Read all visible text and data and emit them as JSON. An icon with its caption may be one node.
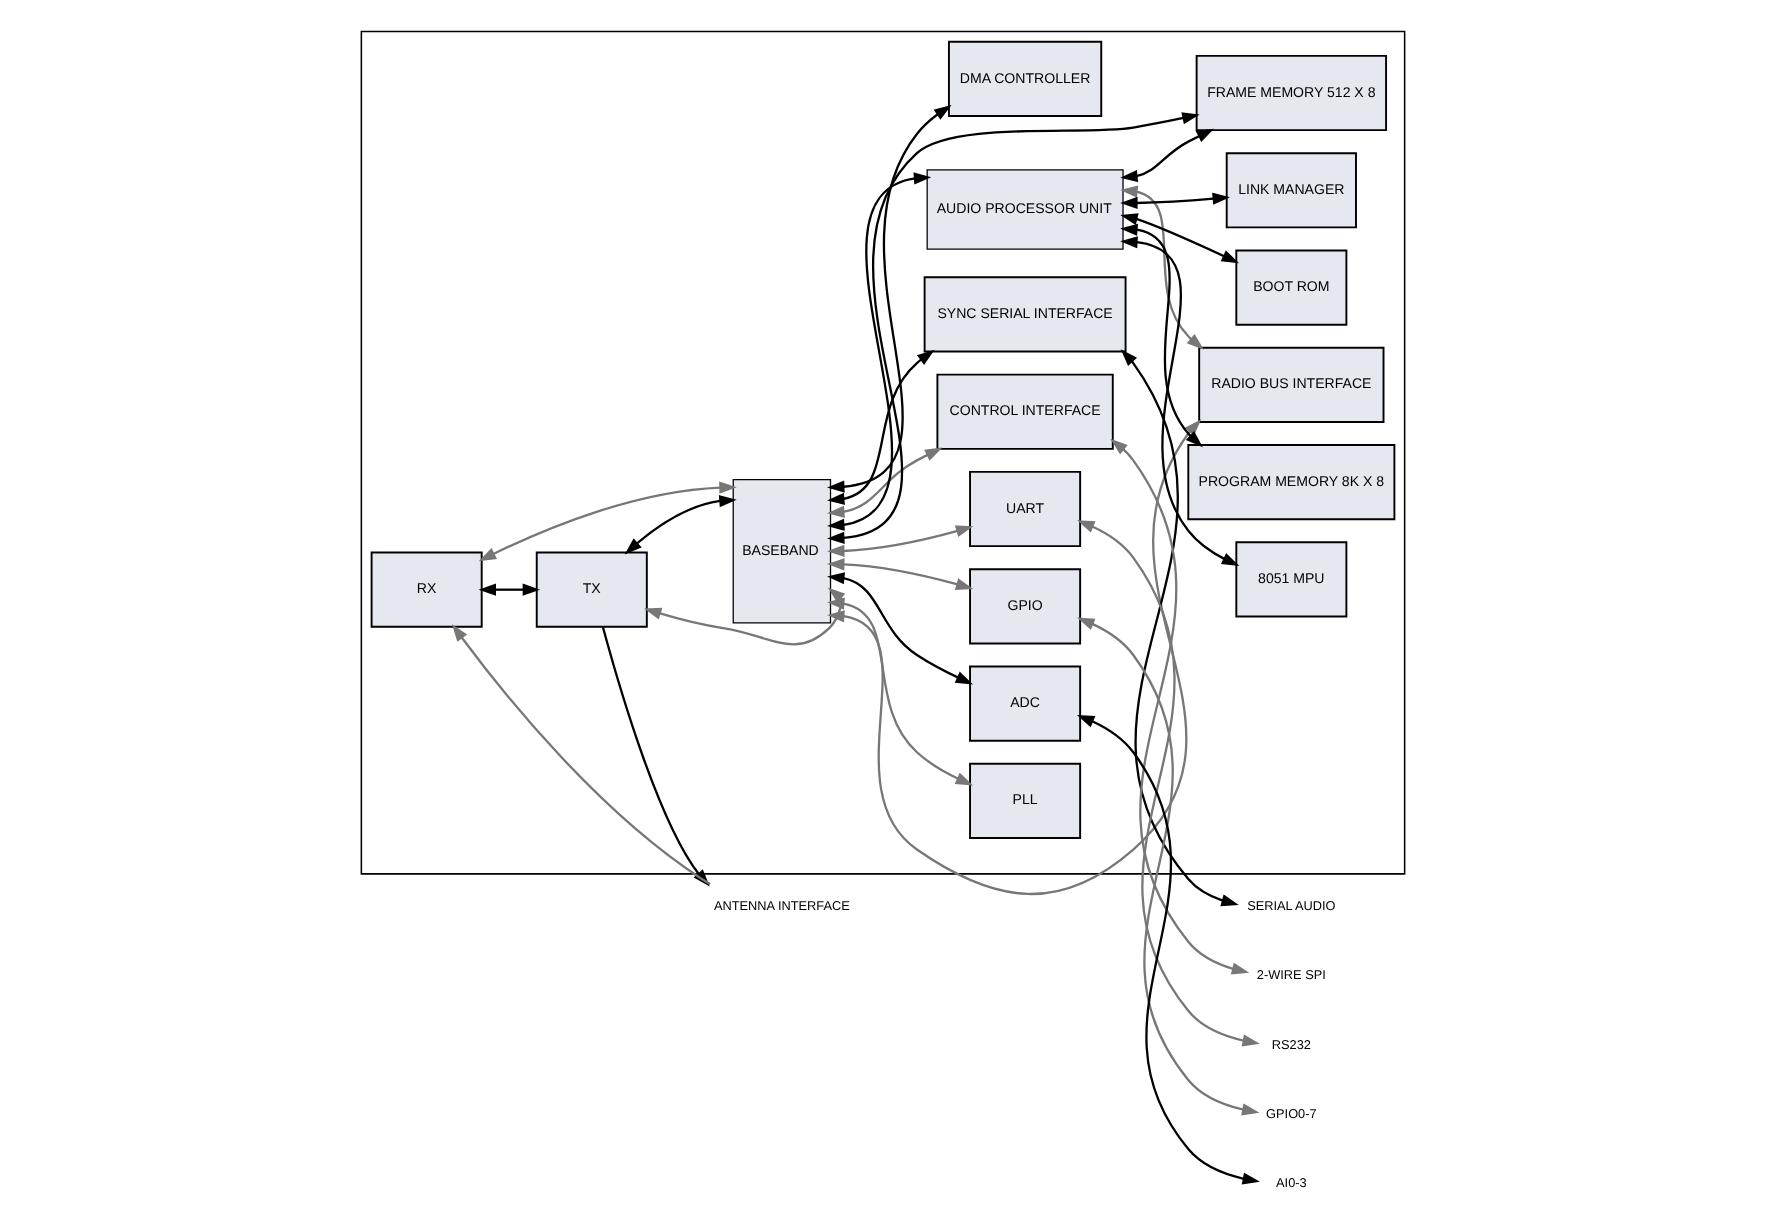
{
  "diagram": {
    "nodes": [
      {
        "text": [],
        "shape": "box"
      },
      {
        "text": [
          "RX"
        ],
        "in": 0
      },
      {
        "text": [
          "TX"
        ],
        "in": 0
      },
      {
        "text": [
          "BASEBAND"
        ],
        "in": 0
      },
      {
        "text": [
          "DMA CONTROLLER"
        ],
        "in": 0
      },
      {
        "text": [
          "SYNC SERIAL INTERFACE"
        ],
        "in": 0
      },
      {
        "text": [
          "CONTROL INTERFACE"
        ],
        "in": 0
      },
      {
        "text": [
          "AUDIO PROCESSOR UNIT"
        ],
        "in": 0
      },
      {
        "text": [
          "FRAME MEMORY 512 X 8"
        ],
        "in": 0
      },
      {
        "text": [
          "UART"
        ],
        "in": 0
      },
      {
        "text": [
          "PLL"
        ],
        "in": 0
      },
      {
        "text": [
          "RADIO BUS INTERFACE"
        ],
        "in": 0
      },
      {
        "text": [
          "GPIO"
        ],
        "in": 0
      },
      {
        "text": [
          "LINK MANAGER"
        ],
        "in": 0
      },
      {
        "text": [
          "BOOT ROM"
        ],
        "in": 0
      },
      {
        "text": [
          "PROGRAM MEMORY 8K X 8"
        ],
        "in": 0
      },
      {
        "text": [
          "8051 MPU"
        ],
        "in": 0
      },
      {
        "text": [
          "ADC"
        ],
        "in": 0
      },
      {
        "text": [
          "ANTENNA INTERFACE"
        ]
      },
      {
        "text": [
          "SERIAL AUDIO"
        ]
      },
      {
        "text": [
          "2-WIRE SPI"
        ]
      },
      {
        "text": [
          "RS232"
        ]
      },
      {
        "text": [
          "GPIO0-7"
        ]
      },
      {
        "text": [
          "AI0-3"
        ]
      }
    ],
    "edges": [
      {
        "from": 18,
        "to": 1,
        "arrow": "to",
        "color": "#777777"
      },
      {
        "from": 2,
        "to": 18,
        "arrow": "to"
      },
      {
        "from": 1,
        "to": 2,
        "arrow": "both"
      },
      {
        "from": 1,
        "to": 3,
        "arrow": "both",
        "color": "#777777"
      },
      {
        "from": 2,
        "to": 3,
        "arrow": "both"
      },
      {
        "from": 3,
        "to": 4,
        "arrow": "both"
      },
      {
        "from": 3,
        "to": 5,
        "arrow": "both"
      },
      {
        "from": 3,
        "to": 6,
        "arrow": "both",
        "color": "#777777"
      },
      {
        "from": 3,
        "to": 7,
        "arrow": "both"
      },
      {
        "from": 3,
        "to": 8,
        "arrow": "both"
      },
      {
        "from": 3,
        "to": 9,
        "arrow": "both",
        "color": "#777777"
      },
      {
        "from": 3,
        "to": 12,
        "arrow": "both",
        "color": "#777777"
      },
      {
        "from": 3,
        "to": 17,
        "arrow": "both"
      },
      {
        "from": 3,
        "to": 2,
        "arrow": "both",
        "color": "#777777"
      },
      {
        "from": 3,
        "to": 10,
        "arrow": "both",
        "color": "#777777"
      },
      {
        "from": 3,
        "to": 11,
        "arrow": "both",
        "color": "#777777"
      },
      {
        "from": 7,
        "to": 8,
        "arrow": "both"
      },
      {
        "from": 7,
        "to": 11,
        "arrow": "both",
        "color": "#777777"
      },
      {
        "from": 7,
        "to": 13,
        "arrow": "both"
      },
      {
        "from": 7,
        "to": 14,
        "arrow": "both"
      },
      {
        "from": 7,
        "to": 15,
        "arrow": "both"
      },
      {
        "from": 7,
        "to": 16,
        "arrow": "both"
      },
      {
        "from": 5,
        "to": 19,
        "arrow": "both"
      },
      {
        "from": 6,
        "to": 20,
        "arrow": "both",
        "color": "#777777"
      },
      {
        "from": 9,
        "to": 21,
        "arrow": "both",
        "color": "#777777"
      },
      {
        "from": 12,
        "to": 22,
        "arrow": "both",
        "color": "#777777"
      },
      {
        "from": 17,
        "to": 23,
        "arrow": "both"
      }
    ]
  }
}
